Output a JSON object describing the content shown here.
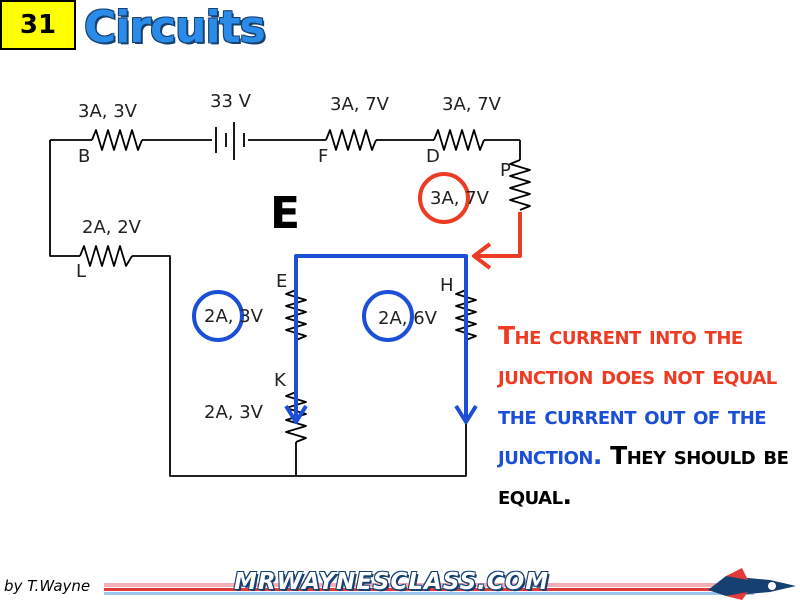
{
  "header": {
    "number": "31",
    "title": "Circuits"
  },
  "circuit": {
    "labels": {
      "r_b_value": "3A, 3V",
      "r_b_name": "B",
      "battery_value": "33 V",
      "r_f_value": "3A, 7V",
      "r_f_name": "F",
      "r_d_value": "3A, 7V",
      "r_d_name": "D",
      "r_p_name": "P",
      "r_p_value": "3A, 7V",
      "r_l_value": "2A, 2V",
      "r_l_name": "L",
      "r_e_name": "E",
      "r_e_value": "2A, 3V",
      "r_h_name": "H",
      "r_h_value": "2A, 6V",
      "r_k_name": "K",
      "r_k_value": "2A, 3V",
      "answer_letter": "E"
    },
    "colors": {
      "wire": "#000000",
      "highlight_in": "#ee3b24",
      "highlight_out": "#1a4fd6"
    }
  },
  "note": {
    "part1": "The current into the junction does not equal",
    "part2": "the current out of the junction.",
    "part3": "They should be equal."
  },
  "footer": {
    "byline": "by T.Wayne",
    "site": "MRWAYNESCLASS.COM",
    "logo_icon": "rocket-icon"
  }
}
